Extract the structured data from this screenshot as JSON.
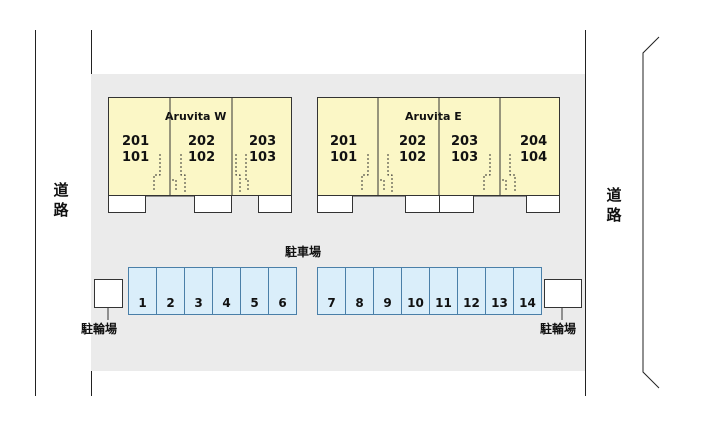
{
  "map": {
    "road_left": "道路",
    "road_right": "道路",
    "parking_label": "駐車場",
    "bike_parking_left": "駐輪場",
    "bike_parking_right": "駐輪場"
  },
  "buildings": {
    "west": {
      "name": "Aruvita W",
      "units": [
        {
          "upper": "201",
          "lower": "101"
        },
        {
          "upper": "202",
          "lower": "102"
        },
        {
          "upper": "203",
          "lower": "103"
        }
      ]
    },
    "east": {
      "name": "Aruvita E",
      "units": [
        {
          "upper": "201",
          "lower": "101"
        },
        {
          "upper": "202",
          "lower": "102"
        },
        {
          "upper": "203",
          "lower": "103"
        },
        {
          "upper": "204",
          "lower": "104"
        }
      ]
    }
  },
  "parking_spaces": {
    "left": [
      "1",
      "2",
      "3",
      "4",
      "5",
      "6"
    ],
    "right": [
      "7",
      "8",
      "9",
      "10",
      "11",
      "12",
      "13",
      "14"
    ]
  },
  "colors": {
    "lot": "#ebebeb",
    "building": "#fbf7c6",
    "parking_space": "#daeefa"
  }
}
